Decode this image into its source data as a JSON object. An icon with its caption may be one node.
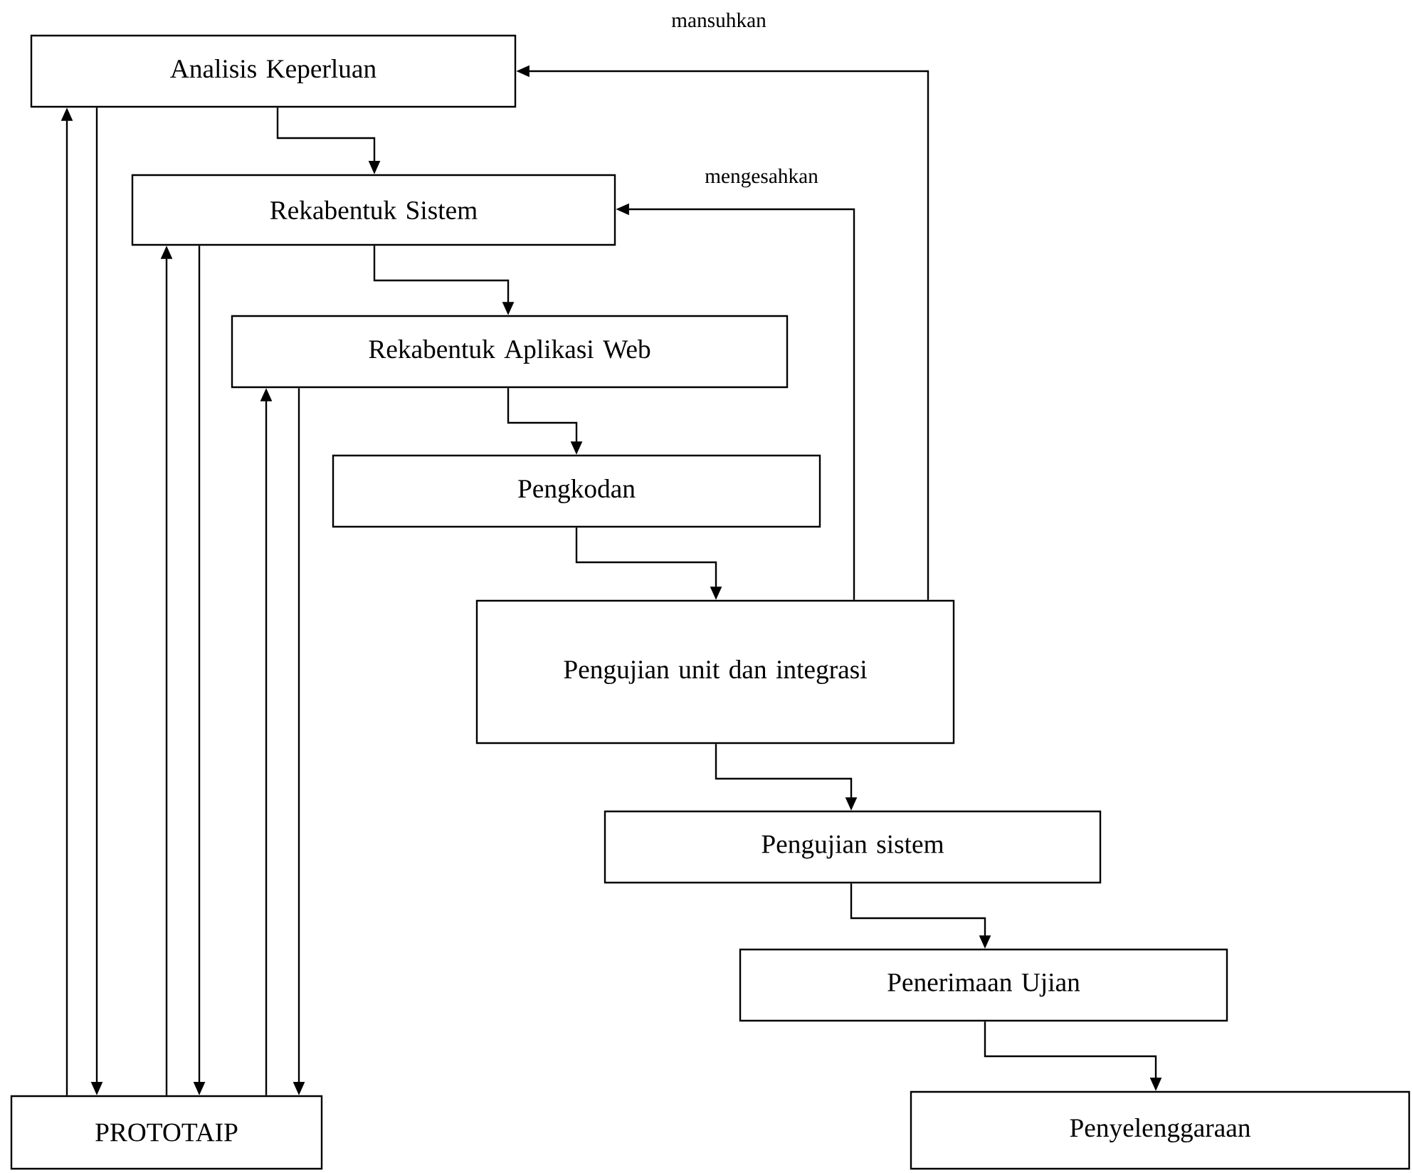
{
  "diagram": {
    "nodes": [
      {
        "text": [
          "Analisis Keperluan"
        ]
      },
      {
        "text": [
          "Rekabentuk Sistem"
        ]
      },
      {
        "text": [
          "Rekabentuk Aplikasi Web"
        ]
      },
      {
        "text": [
          "Pengkodan"
        ]
      },
      {
        "text": [
          "Pengujian unit dan integrasi"
        ]
      },
      {
        "text": [
          "Pengujian sistem"
        ]
      },
      {
        "text": [
          "Penerimaan Ujian"
        ]
      },
      {
        "text": [
          "PROTOTAIP"
        ]
      },
      {
        "text": [
          "Penyelenggaraan"
        ]
      }
    ],
    "edges": [
      {
        "from": 0,
        "to": 1,
        "arrow": "to"
      },
      {
        "from": 1,
        "to": 2,
        "arrow": "to"
      },
      {
        "from": 2,
        "to": 3,
        "arrow": "to"
      },
      {
        "from": 3,
        "to": 4,
        "arrow": "to"
      },
      {
        "from": 4,
        "to": 5,
        "arrow": "to"
      },
      {
        "from": 5,
        "to": 6,
        "arrow": "to"
      },
      {
        "from": 6,
        "to": 8,
        "arrow": "to"
      },
      {
        "from": 4,
        "to": 0,
        "arrow": "to",
        "label": "mansuhkan"
      },
      {
        "from": 4,
        "to": 1,
        "arrow": "to",
        "label": "mengesahkan"
      },
      {
        "from": 7,
        "to": 0,
        "arrow": "to"
      },
      {
        "from": 0,
        "to": 7,
        "arrow": "to"
      },
      {
        "from": 7,
        "to": 1,
        "arrow": "to"
      },
      {
        "from": 1,
        "to": 7,
        "arrow": "to"
      },
      {
        "from": 7,
        "to": 2,
        "arrow": "to"
      },
      {
        "from": 2,
        "to": 7,
        "arrow": "to"
      }
    ]
  }
}
